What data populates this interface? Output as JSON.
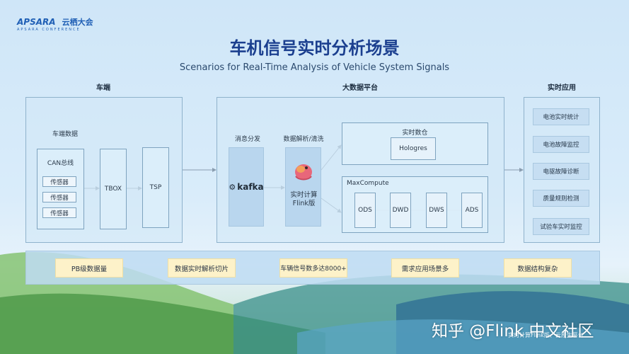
{
  "brand": {
    "name": "APSARA",
    "name_cn": "云栖大会",
    "sub": "APSARA CONFERENCE"
  },
  "title": "车机信号实时分析场景",
  "subtitle": "Scenarios for Real-Time Analysis of Vehicle System Signals",
  "sections": {
    "vehicle": "车端",
    "platform": "大数据平台",
    "apps": "实时应用"
  },
  "vehicle": {
    "data_label": "车端数据",
    "can_label": "CAN总线",
    "sensors": [
      "传感器",
      "传感器",
      "传感器"
    ],
    "tbox": "TBOX",
    "tsp": "TSP"
  },
  "platform": {
    "msg_label": "消息分发",
    "kafka": "kafka",
    "parse_label": "数据解析/清洗",
    "flink_line1": "实时计算",
    "flink_line2": "Flink版",
    "warehouse_label": "实时数仓",
    "hologres": "Hologres",
    "maxcompute": "MaxCompute",
    "layers": [
      "ODS",
      "DWD",
      "DWS",
      "ADS"
    ]
  },
  "apps": [
    "电池实时统计",
    "电池故障监控",
    "电驱故障诊断",
    "质量规则检测",
    "试验车实时监控"
  ],
  "features": [
    "PB级数据量",
    "数据实时解析切片",
    "车辆信号数多达8000+",
    "需求应用场景多",
    "数据结构复杂"
  ],
  "watermark": {
    "main": "知乎 @Flink 中文社区",
    "small": "实时计算Flink版、云原生平台"
  },
  "colors": {
    "title": "#1b3f8f",
    "accent": "#2a5fb0",
    "feature_bg": "#fdf2c9"
  }
}
